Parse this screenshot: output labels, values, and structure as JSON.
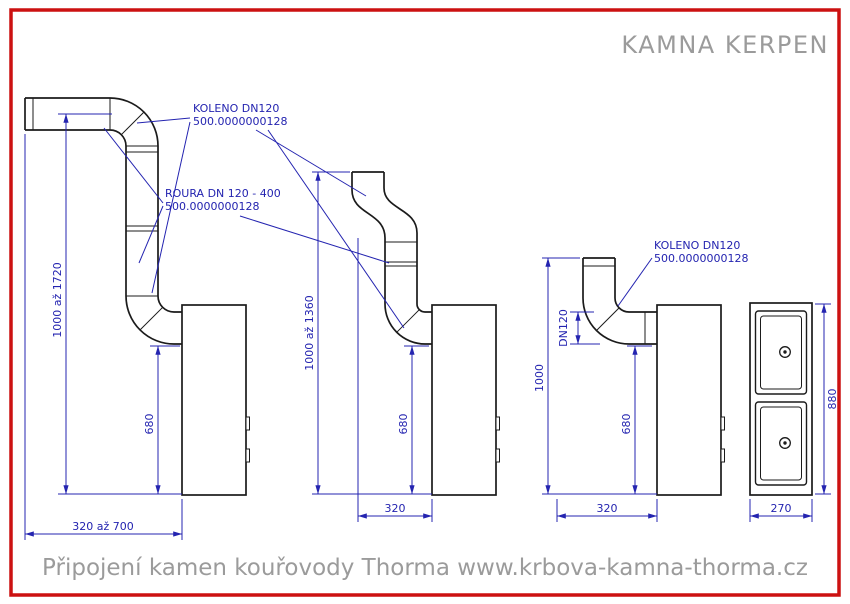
{
  "title": "KAMNA KERPEN",
  "footer": "Připojení kamen kouřovody Thorma  www.krbova-kamna-thorma.cz",
  "colors": {
    "border": "#cc1111",
    "dimension": "#2424b0",
    "outline": "#1b1b1b",
    "muted_text": "#9b9b9b"
  },
  "labels": {
    "koleno_left": {
      "line1": "KOLENO DN120",
      "line2": "500.0000000128"
    },
    "roura_left": {
      "line1": "ROURA DN 120 - 400",
      "line2": "500.0000000128"
    },
    "koleno_right": {
      "line1": "KOLENO DN120",
      "line2": "500.0000000128"
    }
  },
  "dimensions": {
    "left_total_height": "1000 až 1720",
    "left_flue_height": "680",
    "left_depth": "320 až 700",
    "middle_total_height": "1000 až 1360",
    "middle_flue_height": "680",
    "middle_depth": "320",
    "right_total_height": "1000",
    "right_flue_height": "680",
    "right_pipe_diameter": "DN120",
    "right_depth": "320",
    "front_height": "880",
    "front_width": "270"
  }
}
